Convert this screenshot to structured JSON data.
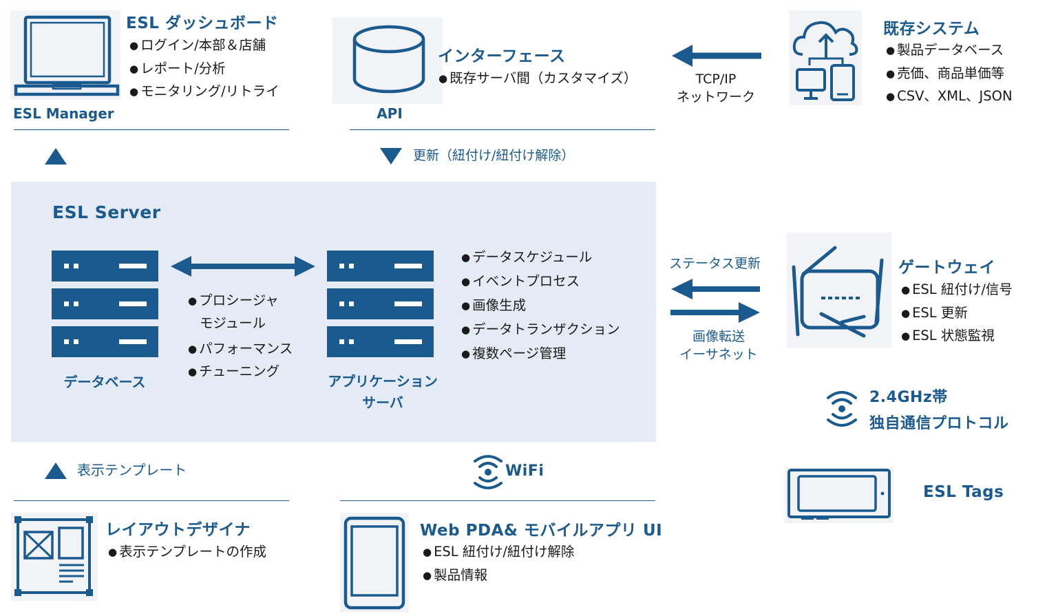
{
  "colors": {
    "primary": "#1a5a8f",
    "panel": "#e4ebf4",
    "tile": "#f1f3f6",
    "text": "#1a1a1a"
  },
  "manager": {
    "title": "ESL ダッシュボード",
    "items": [
      "ログイン/本部＆店舗",
      "レポート/分析",
      "モニタリング/リトライ"
    ],
    "label": "ESL Manager",
    "icon": "laptop-icon"
  },
  "api": {
    "title": "インターフェース",
    "items": [
      "既存サーバ間（カスタマイズ）"
    ],
    "label": "API",
    "icon": "database-icon"
  },
  "existing": {
    "title": "既存システム",
    "items": [
      "製品データベース",
      "売価、商品単価等",
      "CSV、XML、JSON"
    ],
    "icon": "cloud-devices-icon"
  },
  "network": {
    "line1": "TCP/IP",
    "line2": "ネットワーク"
  },
  "update_label": "更新（紐付け/紐付け解除）",
  "server": {
    "title": "ESL Server",
    "db_label": "データベース",
    "middle_items": [
      "プロシージャ",
      "モジュール",
      "パフォーマンス",
      "チューニング"
    ],
    "app_label_1": "アプリケーション",
    "app_label_2": "サーバ",
    "app_items": [
      "データスケジュール",
      "イベントプロセス",
      "画像生成",
      "データトランザクション",
      "複数ページ管理"
    ]
  },
  "status_update": "ステータス更新",
  "image_transfer": {
    "line1": "画像転送",
    "line2": "イーサネット"
  },
  "gateway": {
    "title": "ゲートウェイ",
    "items": [
      "ESL 紐付け/信号",
      "ESL 更新",
      "ESL 状態監視"
    ],
    "icon": "router-icon"
  },
  "radio": {
    "line1": "2.4GHz帯",
    "line2": "独自通信プロトコル"
  },
  "tags": {
    "label": "ESL Tags",
    "icon": "esl-tag-icon"
  },
  "template_label": "表示テンプレート",
  "wifi_label": "WiFi",
  "designer": {
    "title": "レイアウトデザイナ",
    "items": [
      "表示テンプレートの作成"
    ],
    "icon": "layout-icon"
  },
  "mobile": {
    "title": "Web PDA& モバイルアプリ UI",
    "items": [
      "ESL 紐付け/紐付け解除",
      "製品情報"
    ],
    "icon": "tablet-icon"
  }
}
